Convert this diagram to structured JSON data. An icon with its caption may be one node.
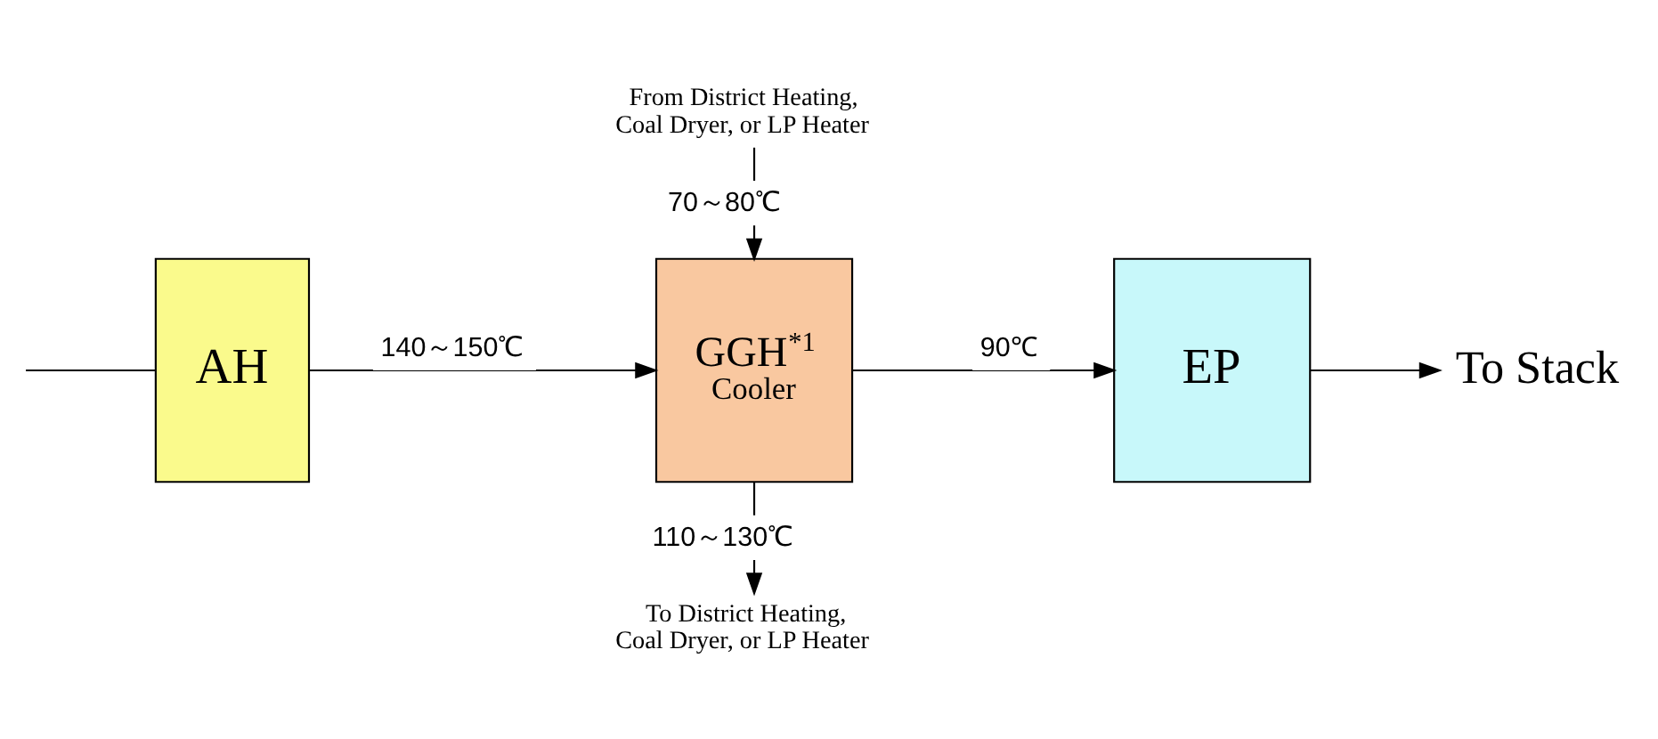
{
  "diagram": {
    "nodes": [
      {
        "text": [
          "AH"
        ]
      },
      {
        "text": [
          "GGH$^{*1}$",
          "Cooler"
        ]
      },
      {
        "text": [
          "EP"
        ]
      },
      {
        "text": [
          "To Stack"
        ]
      },
      {
        "text": [
          "To District Heating, Coal Dryer, or LP Heater"
        ]
      },
      {
        "text": [
          "From District Heating, Coal Dryer, or LP Heater"
        ]
      }
    ],
    "edges": [
      {
        "from": null,
        "to": 0,
        "arrow": "none"
      },
      {
        "from": 0,
        "to": 1,
        "arrow": "to",
        "label": "140～150℃"
      },
      {
        "from": 1,
        "to": 2,
        "arrow": "to",
        "label": "90℃"
      },
      {
        "from": 2,
        "to": 3,
        "arrow": "to"
      },
      {
        "from": 1,
        "to": 4,
        "arrow": "to",
        "label": "110～130℃"
      },
      {
        "from": 5,
        "to": 1,
        "arrow": "to",
        "label": "70～80℃"
      }
    ]
  }
}
